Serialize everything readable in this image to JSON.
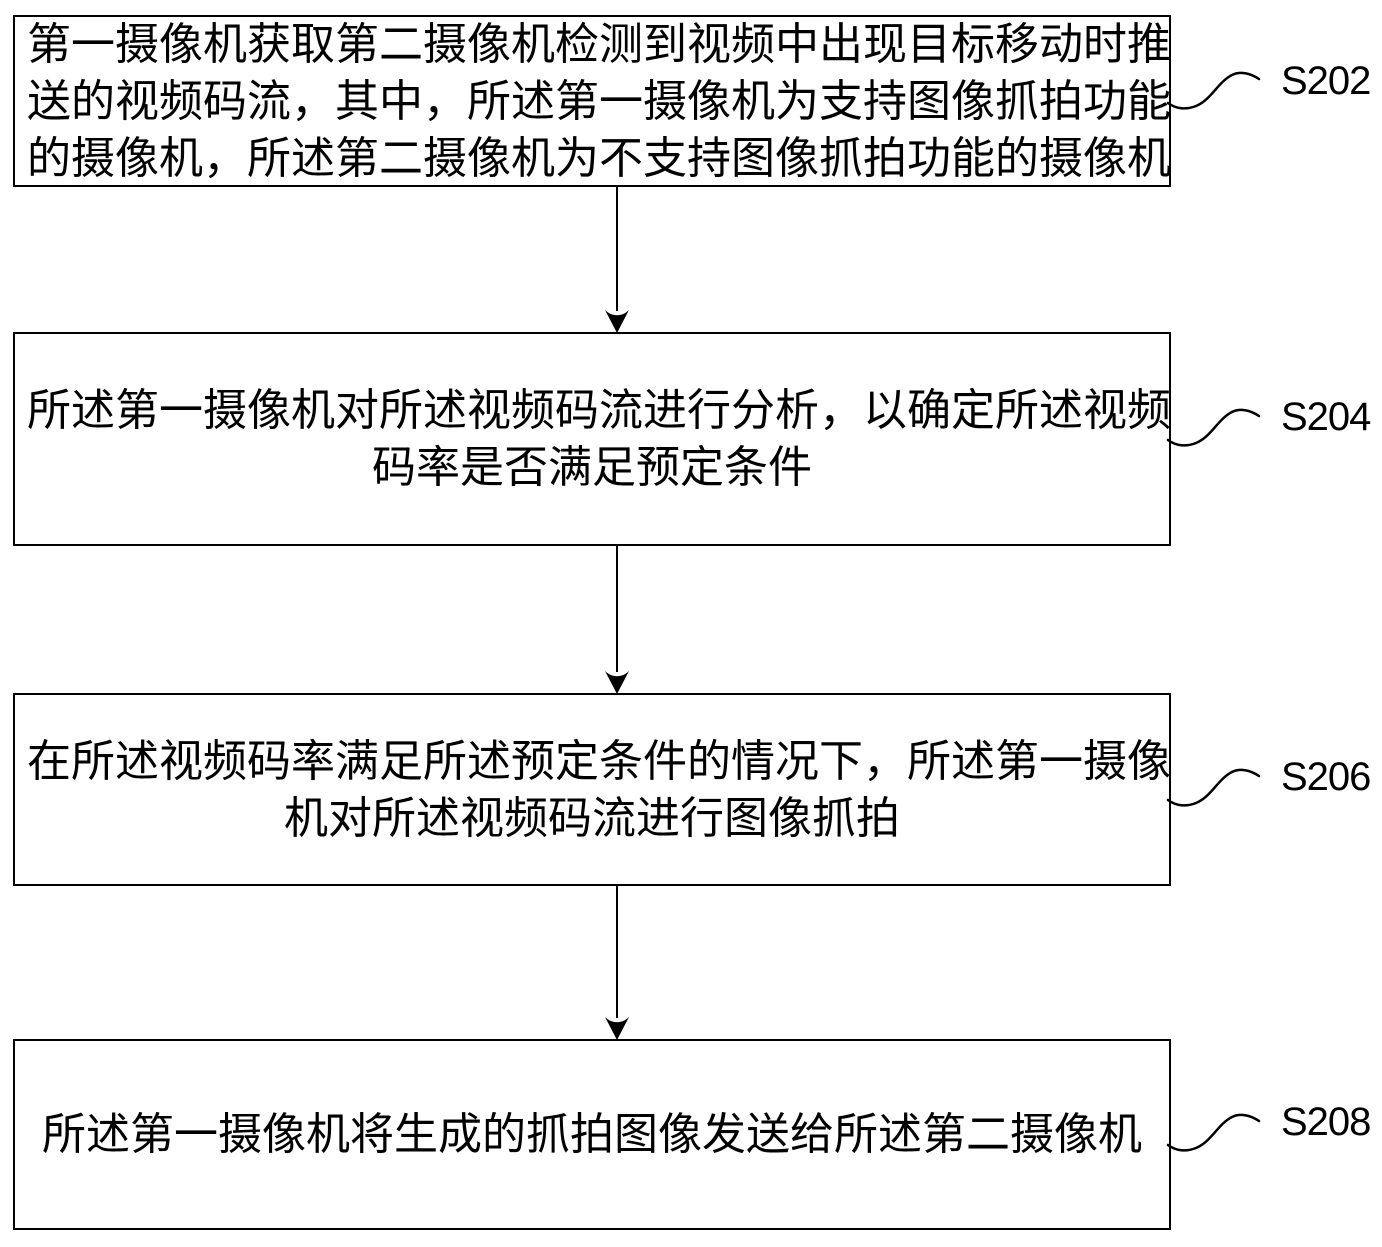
{
  "colors": {
    "background": "#ffffff",
    "stroke": "#000000",
    "text": "#000000"
  },
  "diagram_type": "flowchart",
  "steps": [
    {
      "label": "S202",
      "lines": [
        "第一摄像机获取第二摄像机检测到视频中出现目标移动时推",
        "送的视频码流，其中，所述第一摄像机为支持图像抓拍功能",
        "的摄像机，所述第二摄像机为不支持图像抓拍功能的摄像机"
      ]
    },
    {
      "label": "S204",
      "lines": [
        "所述第一摄像机对所述视频码流进行分析，以确定所述视频",
        "码率是否满足预定条件"
      ]
    },
    {
      "label": "S206",
      "lines": [
        "在所述视频码率满足所述预定条件的情况下，所述第一摄像",
        "机对所述视频码流进行图像抓拍"
      ]
    },
    {
      "label": "S208",
      "lines": [
        "所述第一摄像机将生成的抓拍图像发送给所述第二摄像机"
      ]
    }
  ]
}
